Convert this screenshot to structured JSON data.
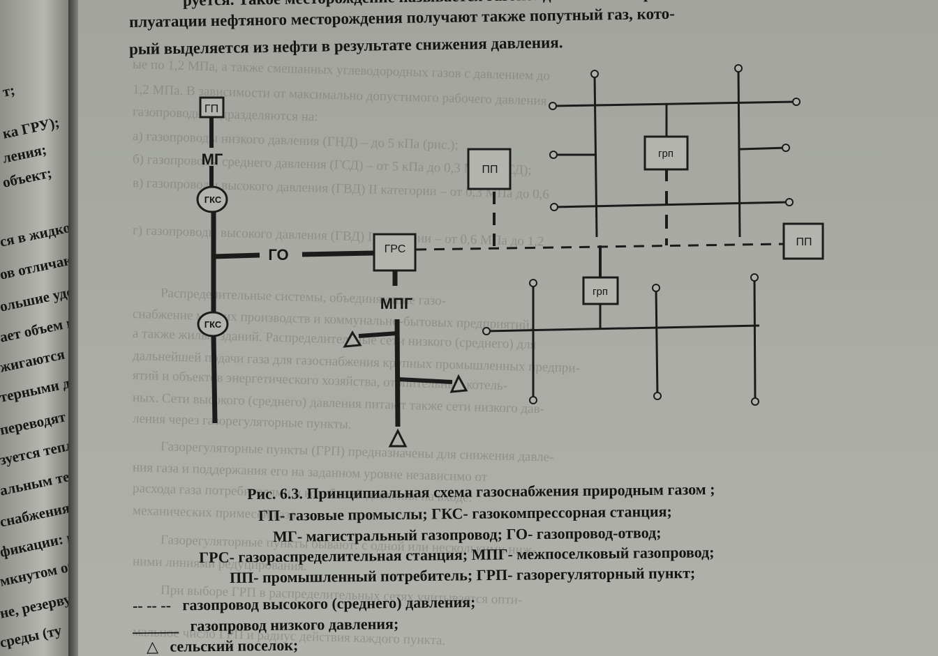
{
  "text_lines": [
    "руется. Такое месторождение называется газоконденсатным. При экс-",
    "плуатации нефтяного месторождения получают также попутный газ, кото-",
    "рый выделяется из нефти в результате снижения давления."
  ],
  "left_page_fragments": [
    "т;",
    "ка ГРУ);",
    "ления;",
    "объект;",
    "ся в жидком",
    "ов отличаютс",
    "ольшие удоб",
    "ает объем и",
    "жигаются СУ",
    "терными для",
    "переводят в",
    "зуется тепл",
    "альным тепл",
    "снабжения с",
    "фикации: в з",
    "мкнутом об",
    "не, резерву",
    "среды (ту"
  ],
  "ghost_lines": [
    "ые по 1,2 МПа, а также смешанных углеводородных газов с давлением до",
    "1,2 МПа. В зависимости от максимально допустимого рабочего давления",
    "газопроводы подразделяются на:",
    "а) газопроводы низкого давления (ГНД) – до 5 кПа (рис.);",
    "б) газопроводы среднего давления (ГСД) – от 5 кПа до 0,3 МПа (ГСД);",
    "в) газопроводы высокого давления (ГВД) II категории – от 0,3 МПа до 0,6",
    "г) газопроводы высокого давления (ГВД) I категории – от 0,6 МПа до 1,2",
    "Распределительные системы, объединяющие газо-",
    "снабжение мелких производств и коммунально-бытовых предприятий,",
    "а также жилых зданий. Распределительные сети низкого (среднего) для",
    "дальнейшей подачи газа для газоснабжения крупных промышленных предпри-",
    "ятий и объектов энергетического хозяйства, отопительных котель-",
    "ных. Сети высокого (среднего) давления питают также сети низкого дав-",
    "ления через газорегуляторные пункты.",
    "Газорегуляторные пункты (ГРП) предназначены для снижения давле-",
    "ния газа и поддержания его на заданном уровне независимо от",
    "расхода газа потребителями и колебаний давления на входе.",
    "механических примесей газа.",
    "Газорегуляторные пункты бывают: с одной или несколькими ниж-",
    "ними линиями редуцирования.",
    "При выборе ГРП в распределительных сетях учитывается опти-",
    "мальное число ГРП и радиус действия каждого пункта."
  ],
  "diagram": {
    "labels": {
      "gp": "ГП",
      "mg": "МГ",
      "gks1": "ГКС",
      "gks2": "ГКС",
      "go": "ГО",
      "grs": "ГРС",
      "mpg": "МПГ",
      "pp1": "ПП",
      "pp2": "ПП",
      "grp1": "грп",
      "grp2": "грп"
    }
  },
  "caption": {
    "title": "Рис. 6.3. Принципиальная схема газоснабжения природным газом ;",
    "lines": [
      "ГП- газовые промыслы; ГКС- газокомпрессорная станция;",
      "МГ- магистральный газопровод; ГО- газопровод-отвод;",
      "ГРС- газораспределительная станция; МПГ- межпоселковый газопровод;",
      "ПП- промышленный потребитель; ГРП- газорегуляторный пункт;"
    ],
    "legend": [
      {
        "symbol": "-- -- --",
        "text": "газопровод высокого (среднего) давления;"
      },
      {
        "symbol": "______",
        "text": "газопровод низкого давления;"
      },
      {
        "symbol": "△",
        "text": "сельский поселок;"
      }
    ]
  }
}
